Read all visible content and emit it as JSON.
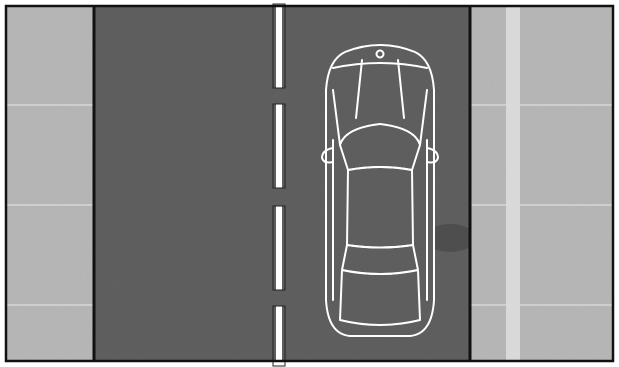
{
  "scene": {
    "type": "top-down road diagram",
    "elements": [
      "left-sidewalk",
      "road",
      "lane-center-line",
      "car",
      "right-sidewalk",
      "curb-stripe"
    ]
  },
  "colors": {
    "sidewalk": "#b4b4b4",
    "sidewalk_joint": "#d6d6d6",
    "road": "#5e5e5e",
    "lane_marking": "#ffffff",
    "car_outline": "#ffffff",
    "border": "#111111",
    "curb_stripe": "#d9d9d9"
  },
  "lane_marking": {
    "style": "dashed"
  },
  "car": {
    "icon": "car-top-view-icon",
    "orientation": "facing-up"
  }
}
